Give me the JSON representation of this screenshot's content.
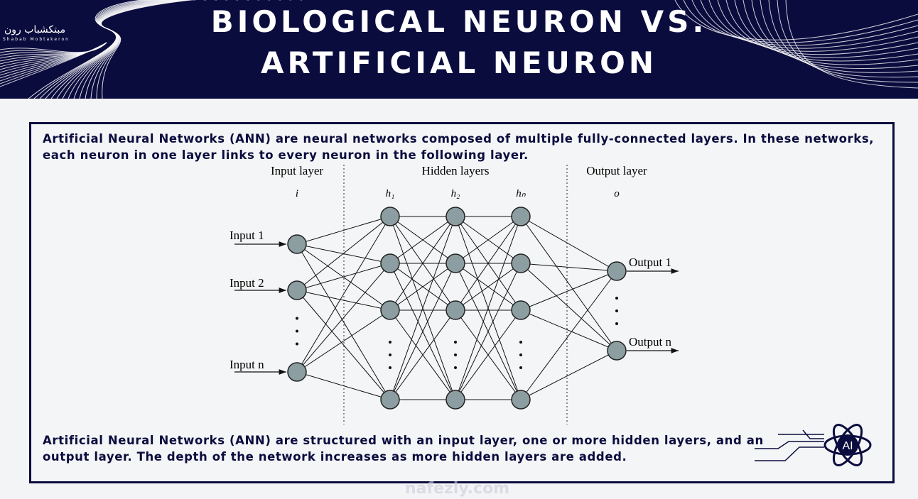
{
  "header": {
    "title_line1": "BIOLOGICAL NEURON VS.",
    "title_line2": "ARTIFICIAL NEURON",
    "logo_text": "مبتكشباب رون",
    "logo_sub": "Shabab Mobtakeron",
    "bg": "#0b0c3e"
  },
  "intro": "Artificial Neural Networks (ANN) are neural networks composed of multiple fully-connected layers. In these networks, each neuron in one layer links to every neuron in the following layer.",
  "diagram": {
    "layer_labels": {
      "input": "Input layer",
      "hidden": "Hidden layers",
      "output": "Output layer"
    },
    "layer_symbols": {
      "input": "i",
      "h1": "h₁",
      "h2": "h₂",
      "hn": "hₙ",
      "output": "o"
    },
    "inputs": [
      "Input 1",
      "Input 2",
      "Input n"
    ],
    "outputs": [
      "Output 1",
      "Output n"
    ],
    "node_color": "#8c9ea2"
  },
  "summary": "Artificial Neural Networks (ANN) are structured with an input layer, one or more hidden layers, and an output layer. The depth of the network increases as more hidden layers are added.",
  "badge": "AI",
  "watermark": "nafezly.com"
}
